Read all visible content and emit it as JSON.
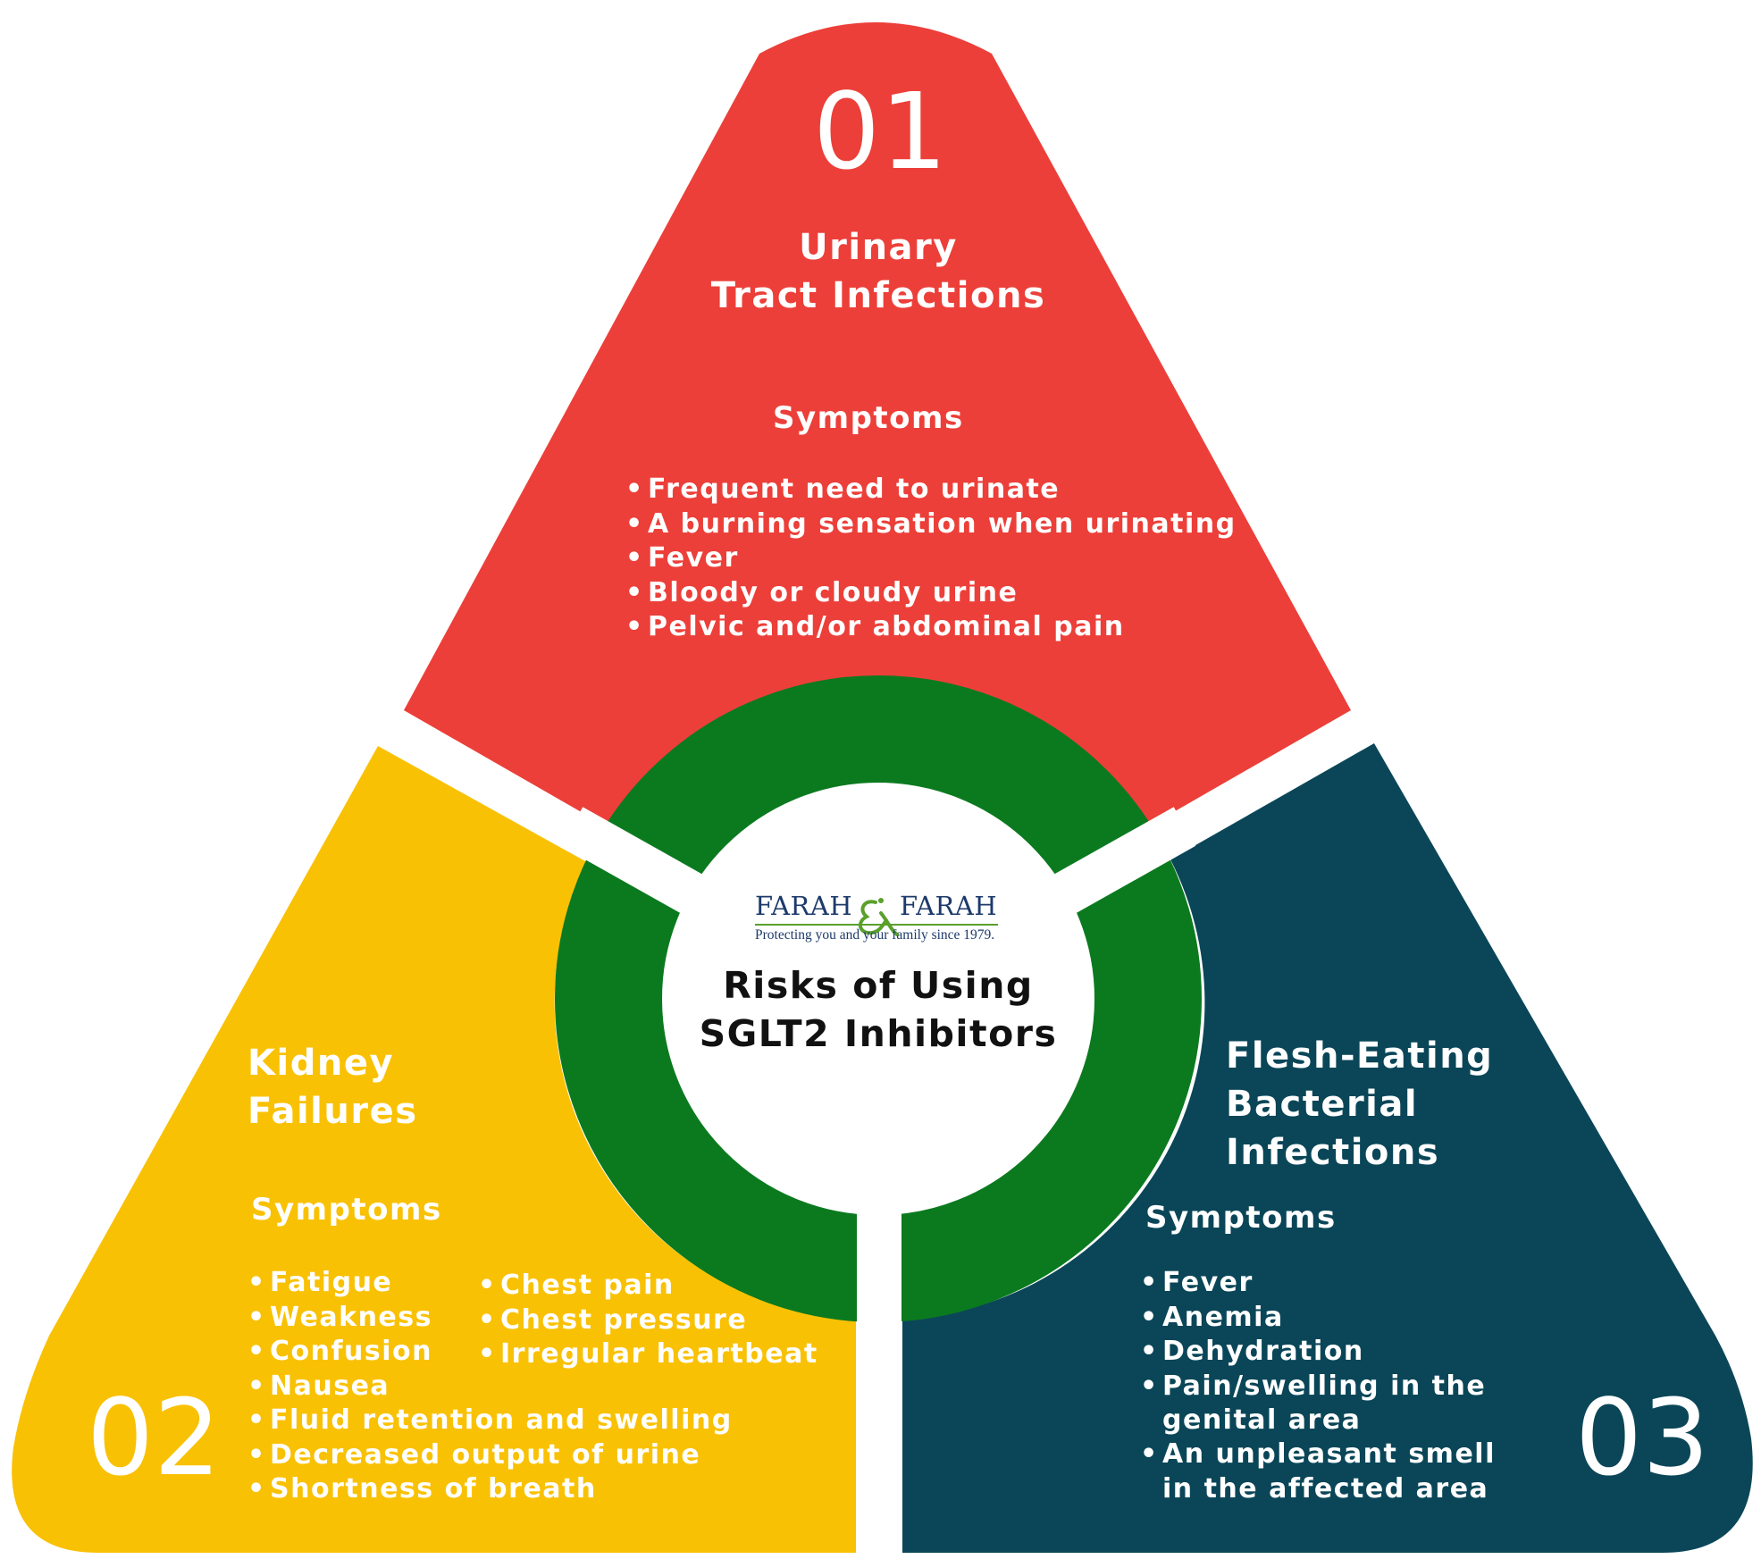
{
  "colors": {
    "red": "#EC3F39",
    "yellow": "#F9C104",
    "navy": "#0A4658",
    "green": "#0B7A1F",
    "white": "#FFFFFF"
  },
  "center": {
    "logo_left": "FARAH",
    "logo_right": "FARAH",
    "tagline": "Protecting you and your family since 1979.",
    "title_line1": "Risks of Using",
    "title_line2": "SGLT2 Inhibitors"
  },
  "sections": {
    "urinary": {
      "number": "01",
      "title_line1": "Urinary",
      "title_line2": "Tract Infections",
      "symptoms_label": "Symptoms",
      "symptoms": [
        "Frequent need to urinate",
        "A burning sensation when urinating",
        "Fever",
        "Bloody or cloudy urine",
        "Pelvic and/or abdominal pain"
      ]
    },
    "kidney": {
      "number": "02",
      "title_line1": "Kidney",
      "title_line2": "Failures",
      "symptoms_label": "Symptoms",
      "symptoms_col1": [
        "Fatigue",
        "Weakness",
        "Confusion",
        "Nausea",
        "Fluid retention and swelling",
        "Decreased output of urine",
        "Shortness of breath"
      ],
      "symptoms_col2": [
        "Chest pain",
        "Chest pressure",
        "Irregular heartbeat"
      ]
    },
    "flesh": {
      "number": "03",
      "title_line1": "Flesh-Eating",
      "title_line2": "Bacterial",
      "title_line3": "Infections",
      "symptoms_label": "Symptoms",
      "symptoms": [
        "Fever",
        "Anemia",
        "Dehydration",
        "Pain/swelling in the",
        "An unpleasant smell"
      ],
      "symptoms_cont": [
        "genital area",
        "in the affected area"
      ]
    }
  }
}
